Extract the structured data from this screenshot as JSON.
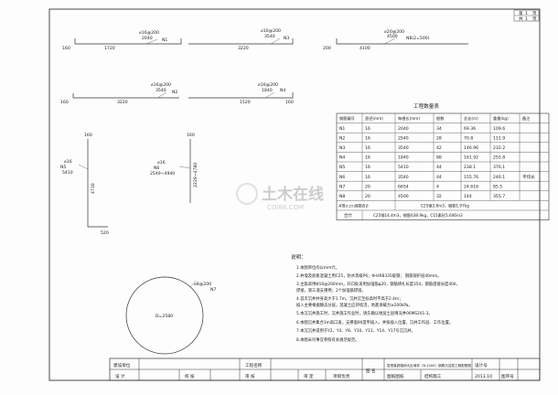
{
  "sheet_no": {
    "label_top": "第",
    "page_top": "1",
    "unit_top": "页",
    "label_bot": "共",
    "total": "1",
    "unit_bot": "页"
  },
  "bars": {
    "n1": {
      "dia": "⌀16@200",
      "cut": "2040",
      "tag": "N1",
      "left": "160",
      "len": "1720"
    },
    "n3": {
      "dia": "⌀16@200",
      "cut": "3540",
      "tag": "N3",
      "len": "3220"
    },
    "n8": {
      "dia": "⌀20@200",
      "cut": "4500",
      "tag": "N8(2=500)",
      "left": "200",
      "len": "4100"
    },
    "n2": {
      "dia": "⌀16@200",
      "cut": "3540",
      "tag": "N2",
      "left": "160",
      "len": "3220"
    },
    "n4": {
      "dia": "⌀16@200",
      "cut": "1840",
      "tag": "N4",
      "right": "160",
      "len": "1520"
    },
    "n5": {
      "top": "160",
      "dia": "⌀16",
      "cut": "5410",
      "tag": "N5",
      "len": "4730",
      "bottom": "520"
    },
    "n6": {
      "top": "160",
      "dia": "⌀16",
      "spec": "2549~4940",
      "tag": "N6",
      "len": "2229~4780"
    },
    "n7": {
      "dia": "⌀8@200",
      "tag": "N7",
      "label": "D=2580"
    }
  },
  "table": {
    "title": "工程数量表",
    "headers": [
      "钢筋编号",
      "直径(mm)",
      "每根长(mm)",
      "根数",
      "总长(m)",
      "重量(kg)",
      "备注"
    ],
    "rows": [
      [
        "N1",
        "16",
        "2040",
        "34",
        "69.36",
        "109.6",
        ""
      ],
      [
        "N2",
        "16",
        "2540",
        "28",
        "70.8",
        "111.9",
        ""
      ],
      [
        "N3",
        "16",
        "3540",
        "42",
        "146.96",
        "232.2",
        ""
      ],
      [
        "N4",
        "16",
        "1840",
        "88",
        "161.92",
        "255.8",
        ""
      ],
      [
        "N5",
        "16",
        "5410",
        "44",
        "238.1",
        "376.1",
        ""
      ],
      [
        "N6",
        "16",
        "3540",
        "44",
        "155.76",
        "246.1",
        "平均长"
      ],
      [
        "N7",
        "20",
        "6654",
        "4",
        "24.616",
        "85.5",
        ""
      ],
      [
        "N8",
        "20",
        "4500",
        "32",
        "144",
        "355.7",
        ""
      ]
    ],
    "sum_label": "井筒(C25)钢筋合计",
    "sum_value": "C25钢3.8m3，钢筋1.97kg",
    "total_label": "合计",
    "total_value": "C25钢14.4m3，钢筋638.9kg，C15素砼5.646m3"
  },
  "notes": {
    "heading": "说明：",
    "items": [
      "1.本图单位均以mm计。",
      "2.井墙及底板混凝土用C25，防水等级P6；Φ-HRB335级钢；     钢筋保护层40mm。",
      "3.主筋采用Φ16@200mm，开口处采用加强筋φ20，钢筋绑扎长度35d，钢筋搭接长度40d，",
      "  焊接，第三道支撑用；2个加强筋焊接。",
      "4.首次沉井井身高大于1.7m，沉井沉至标高时不高于2.4m；",
      "  插入主要根据静态分层，混凝土应持续浇，地基承载力≥200kPa。",
      "5.本沉沉井施工时，沉井施工作业时，请先确认地层土层情况井06MS201-3。",
      "6.本图沉井集合3m高口直，支撑面90度平插入，并按插入位置，沉井工作层、工作位置。",
      "7.本沉沉井适用于Y2、Y4、Y8、Y10、Y11、Y14、Y17号沉沉井。",
      "8.本图未尽事宜参照有关规范规范。"
    ]
  },
  "title_block": {
    "build_unit": "建设单位",
    "project_name": "工程名称",
    "design": "设 计",
    "check": "校 核",
    "review": "审 核",
    "approve": "审 定",
    "project_lead": "项目负责",
    "drawing_name_label": "图 名",
    "drawing_name": "智慧高铁路桥大区域非（B-2000）钢筋沉淀混工程配筋图",
    "drawing_no_label": "图纸图纸",
    "drawing_no": "结构施工",
    "design_no": "设计号",
    "date": "2013.10",
    "page_no": "图序号"
  },
  "watermark": {
    "cn": "土木在线",
    "en": "COI88.COM"
  }
}
